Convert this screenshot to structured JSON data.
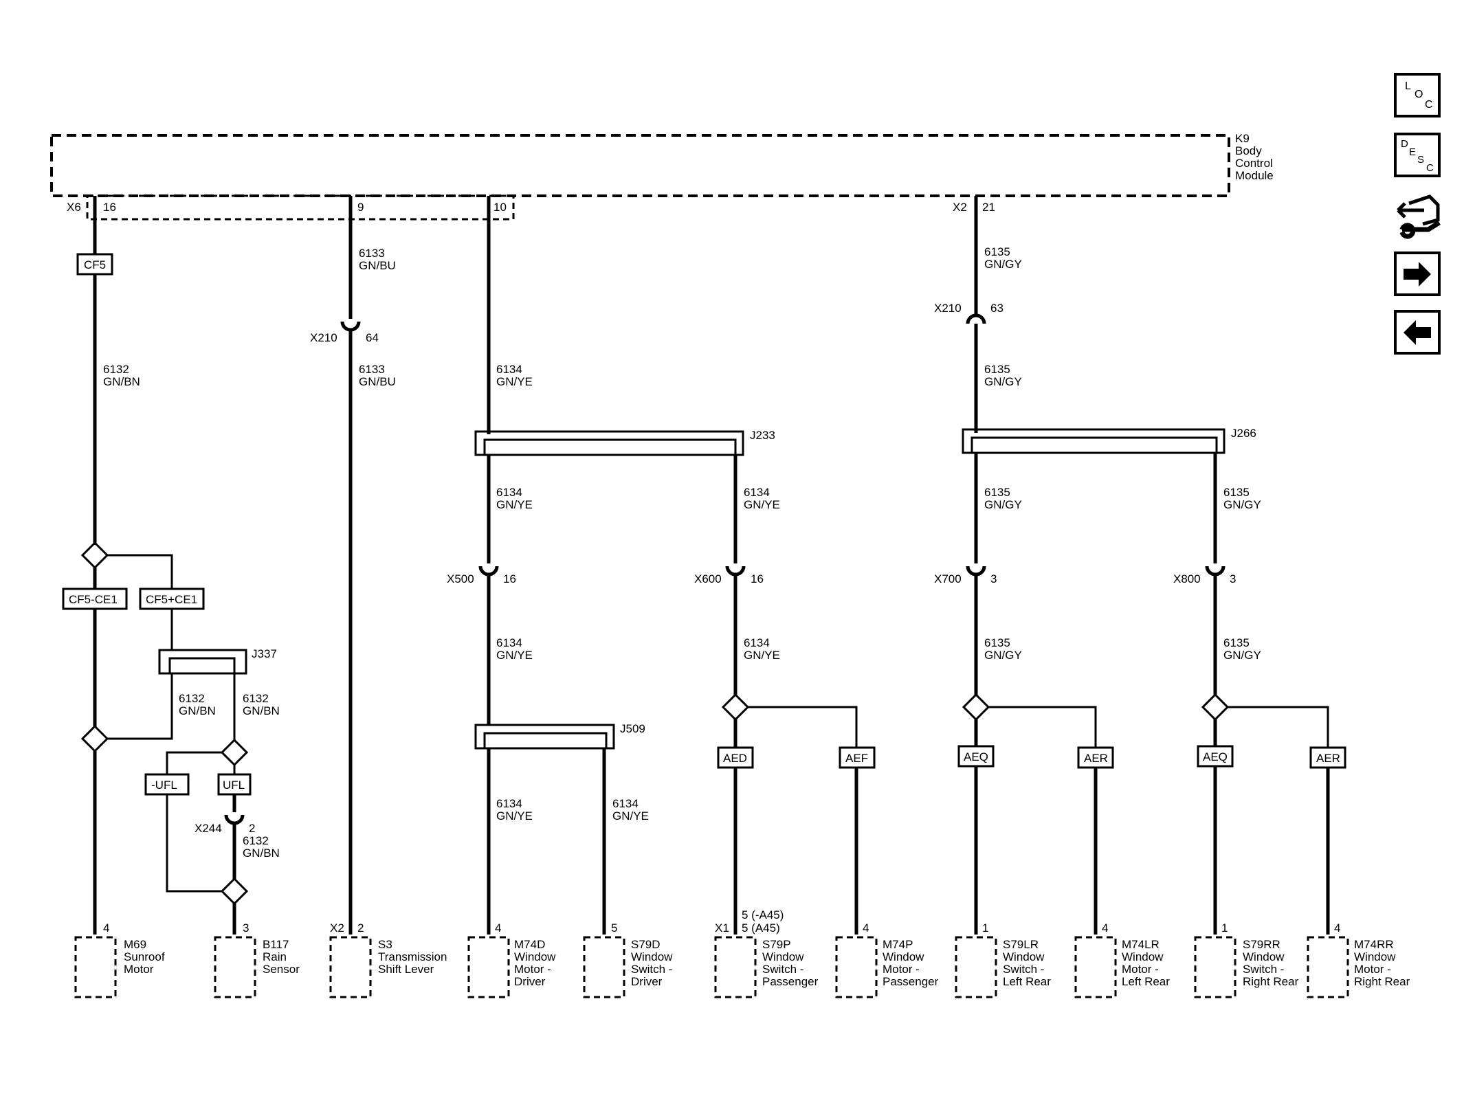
{
  "module": {
    "id": "K9",
    "line1": "Body",
    "line2": "Control",
    "line3": "Module"
  },
  "sidebar": {
    "loc": [
      "L",
      "O",
      "C"
    ],
    "desc": [
      "D",
      "E",
      "S",
      "C"
    ]
  },
  "labels": {
    "x6": "X6",
    "p16": "16",
    "p9": "9",
    "p10": "10",
    "x2a": "X2",
    "p21": "21",
    "cf5": "CF5",
    "w6133a": "6133",
    "c6133a": "GN/BU",
    "x210a": "X210",
    "p64": "64",
    "w6133b": "6133",
    "c6133b": "GN/BU",
    "w6135a": "6135",
    "c6135a": "GN/GY",
    "x210b": "X210",
    "p63": "63",
    "w6135b": "6135",
    "c6135b": "GN/GY",
    "w6132a": "6132",
    "c6132a": "GN/BN",
    "w6134a": "6134",
    "c6134a": "GN/YE",
    "j233": "J233",
    "j266": "J266",
    "w6134b": "6134",
    "c6134b": "GN/YE",
    "w6134c": "6134",
    "c6134c": "GN/YE",
    "w6135c": "6135",
    "c6135c": "GN/GY",
    "w6135d": "6135",
    "c6135d": "GN/GY",
    "x500": "X500",
    "p500": "16",
    "x600": "X600",
    "p600": "16",
    "x700": "X700",
    "p700": "3",
    "x800": "X800",
    "p800": "3",
    "cf5ce1m": "CF5-CE1",
    "cf5ce1p": "CF5+CE1",
    "j337": "J337",
    "w6132b": "6132",
    "c6132b": "GN/BN",
    "w6132c": "6132",
    "c6132c": "GN/BN",
    "w6134d": "6134",
    "c6134d": "GN/YE",
    "w6134e": "6134",
    "c6134e": "GN/YE",
    "w6135e": "6135",
    "c6135e": "GN/GY",
    "w6135f": "6135",
    "c6135f": "GN/GY",
    "j509": "J509",
    "ufln": "-UFL",
    "ufl": "UFL",
    "x244": "X244",
    "p244": "2",
    "w6132d": "6132",
    "c6132d": "GN/BN",
    "w6134f": "6134",
    "c6134f": "GN/YE",
    "w6134g": "6134",
    "c6134g": "GN/YE",
    "aed": "AED",
    "aef": "AEF",
    "aeq1": "AEQ",
    "aer1": "AER",
    "aeq2": "AEQ",
    "aer2": "AER"
  },
  "components": [
    {
      "pin": "4",
      "conn": "",
      "name": [
        "M69",
        "Sunroof",
        "Motor"
      ]
    },
    {
      "pin": "3",
      "conn": "",
      "name": [
        "B117",
        "Rain",
        "Sensor"
      ]
    },
    {
      "pin": "2",
      "conn": "X2",
      "name": [
        "S3",
        "Transmission",
        "Shift Lever"
      ]
    },
    {
      "pin": "4",
      "conn": "",
      "name": [
        "M74D",
        "Window",
        "Motor -",
        "Driver"
      ]
    },
    {
      "pin": "5",
      "conn": "",
      "name": [
        "S79D",
        "Window",
        "Switch -",
        "Driver"
      ]
    },
    {
      "pin": "5 (A45)",
      "pin_alt": "5 (-A45)",
      "conn": "X1",
      "name": [
        "S79P",
        "Window",
        "Switch -",
        "Passenger"
      ]
    },
    {
      "pin": "4",
      "conn": "",
      "name": [
        "M74P",
        "Window",
        "Motor -",
        "Passenger"
      ]
    },
    {
      "pin": "1",
      "conn": "",
      "name": [
        "S79LR",
        "Window",
        "Switch -",
        "Left Rear"
      ]
    },
    {
      "pin": "4",
      "conn": "",
      "name": [
        "M74LR",
        "Window",
        "Motor -",
        "Left Rear"
      ]
    },
    {
      "pin": "1",
      "conn": "",
      "name": [
        "S79RR",
        "Window",
        "Switch -",
        "Right Rear"
      ]
    },
    {
      "pin": "4",
      "conn": "",
      "name": [
        "M74RR",
        "Window",
        "Motor -",
        "Right Rear"
      ]
    }
  ]
}
